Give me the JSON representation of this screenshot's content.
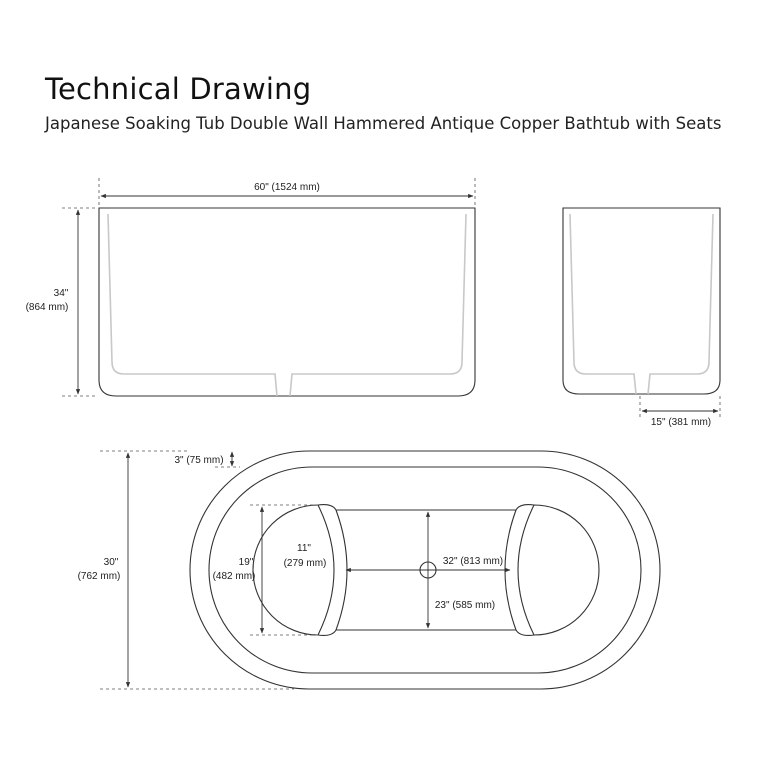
{
  "header": {
    "title": "Technical Drawing",
    "subtitle": "Japanese Soaking Tub Double Wall Hammered Antique Copper Bathtub with Seats"
  },
  "front_view": {
    "width_label": "60\" (1524 mm)",
    "height_label_in": "34\"",
    "height_label_mm": "(864 mm)"
  },
  "side_view": {
    "drain_offset_label": "15\" (381 mm)"
  },
  "top_view": {
    "wall_label": "3\" (75 mm)",
    "depth_label_in": "30\"",
    "depth_label_mm": "(762 mm)",
    "seat_height_in": "19\"",
    "seat_height_mm": "(482 mm)",
    "seat_width_in": "11\"",
    "seat_width_mm": "(279 mm)",
    "floor_length_label": "32\" (813 mm)",
    "floor_width_label": "23\" (585 mm)"
  }
}
